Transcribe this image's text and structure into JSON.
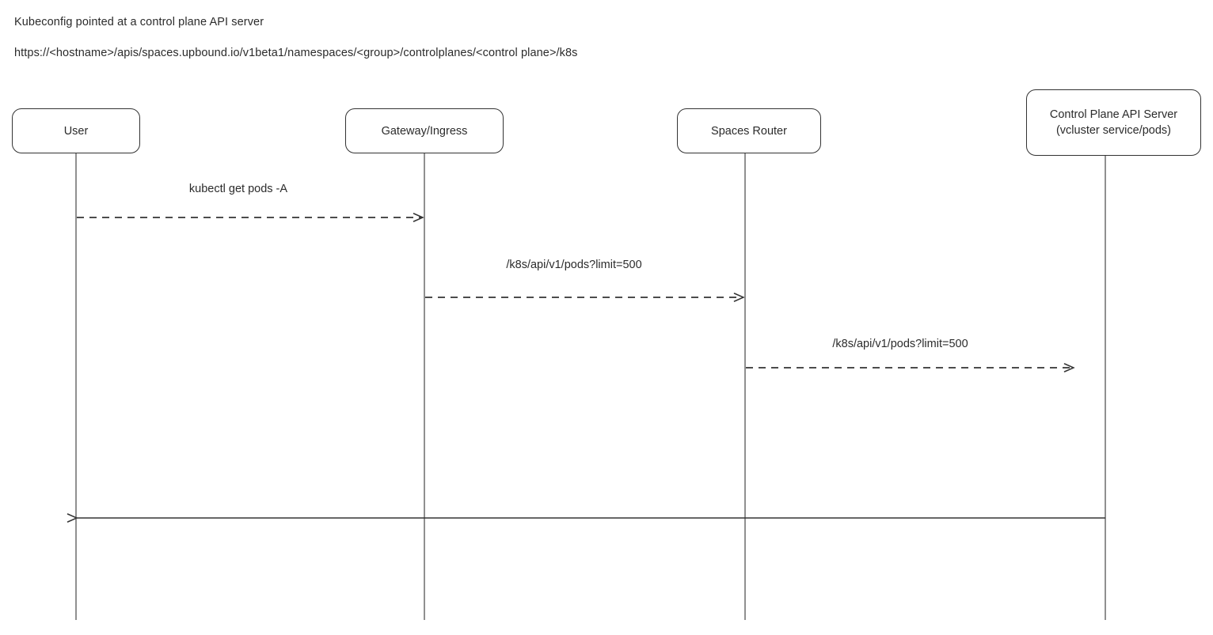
{
  "notes": [
    "Kubeconfig pointed at a control plane API server",
    "https://<hostname>/apis/spaces.upbound.io/v1beta1/namespaces/<group>/controlplanes/<control plane>/k8s"
  ],
  "participants": [
    {
      "id": "user",
      "label": "User"
    },
    {
      "id": "gateway",
      "label": "Gateway/Ingress"
    },
    {
      "id": "spaces-router",
      "label": "Spaces Router"
    },
    {
      "id": "control-plane",
      "label": "Control Plane API Server\n(vcluster service/pods)"
    }
  ],
  "messages": [
    {
      "id": "msg-1",
      "label": "kubectl get pods -A",
      "from": "user",
      "to": "gateway",
      "style": "dashed",
      "arrow": "open"
    },
    {
      "id": "msg-2",
      "label": "/k8s/api/v1/pods?limit=500",
      "from": "gateway",
      "to": "spaces-router",
      "style": "dashed",
      "arrow": "open"
    },
    {
      "id": "msg-3",
      "label": "/k8s/api/v1/pods?limit=500",
      "from": "spaces-router",
      "to": "control-plane",
      "style": "dashed",
      "arrow": "open"
    },
    {
      "id": "msg-4",
      "label": "",
      "from": "control-plane",
      "to": "user",
      "style": "solid",
      "arrow": "open"
    }
  ],
  "colors": {
    "background": "#ffffff",
    "stroke": "#333333",
    "lifeline": "#6b6b6b",
    "text": "#2b2b2b"
  }
}
